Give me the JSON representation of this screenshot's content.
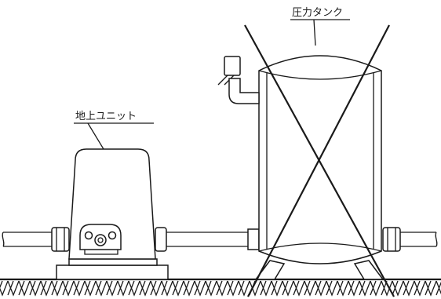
{
  "labels": {
    "pressure_tank": "圧力タンク",
    "ground_unit": "地上ユニット"
  },
  "colors": {
    "line": "#1a1a1a",
    "background": "#ffffff"
  },
  "icons": {
    "cross_mark": "x-mark",
    "hatching": "ground-hatch"
  }
}
